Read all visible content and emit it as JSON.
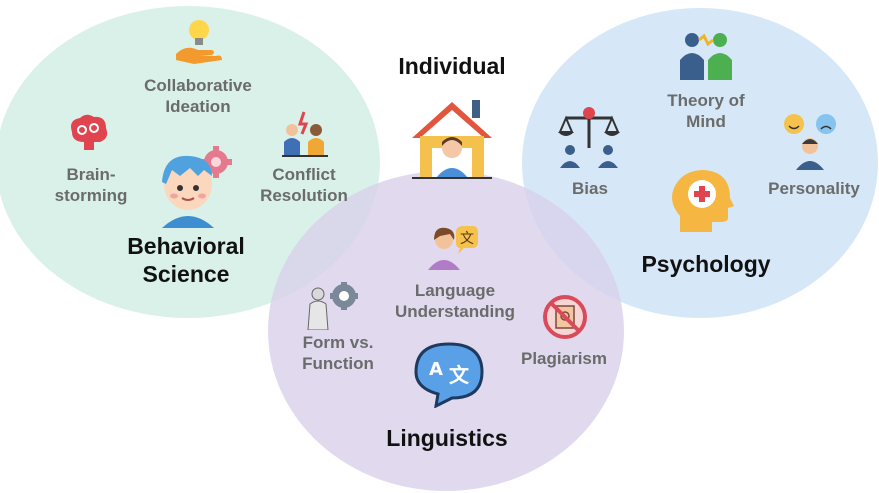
{
  "diagram": {
    "colors": {
      "behavioral_circle": "#d6f0e6",
      "psychology_circle": "#d2e6f7",
      "linguistics_circle": "#ddd4ec",
      "topic_text": "#6b6b6b",
      "heading_text": "#111111"
    },
    "center": {
      "title": "Individual",
      "icon": "person-at-home-icon"
    },
    "behavioral_science": {
      "title_line1": "Behavioral",
      "title_line2": "Science",
      "main_icon": "child-with-gear-icon",
      "topics": [
        {
          "line1": "Collaborative",
          "line2": "Ideation",
          "icon": "lightbulb-hand-icon"
        },
        {
          "line1": "Brain-",
          "line2": "storming",
          "icon": "brain-gears-icon"
        },
        {
          "line1": "Conflict",
          "line2": "Resolution",
          "icon": "people-conflict-icon"
        }
      ]
    },
    "psychology": {
      "title": "Psychology",
      "main_icon": "head-medical-icon",
      "topics": [
        {
          "line1": "Theory of",
          "line2": "Mind",
          "icon": "two-people-link-icon"
        },
        {
          "line1": "Bias",
          "line2": "",
          "icon": "scale-people-icon"
        },
        {
          "line1": "Personality",
          "line2": "",
          "icon": "person-emotions-icon"
        }
      ]
    },
    "linguistics": {
      "title": "Linguistics",
      "main_icon": "translate-bubble-icon",
      "topics": [
        {
          "line1": "Language",
          "line2": "Understanding",
          "icon": "person-translate-icon"
        },
        {
          "line1": "Form vs.",
          "line2": "Function",
          "icon": "statue-gear-icon"
        },
        {
          "line1": "Plagiarism",
          "line2": "",
          "icon": "no-copy-icon"
        }
      ]
    }
  }
}
